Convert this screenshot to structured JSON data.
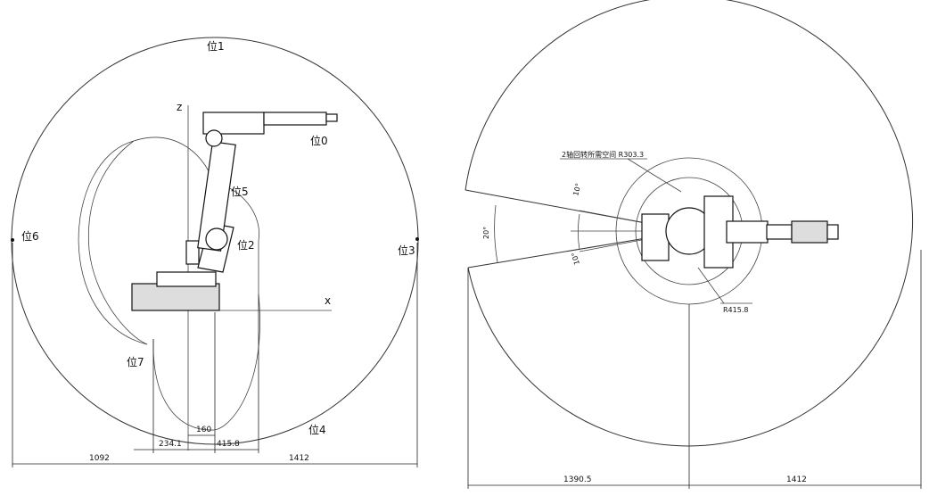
{
  "side_view": {
    "positions": {
      "p0": "位0",
      "p1": "位1",
      "p2": "位2",
      "p3": "位3",
      "p4": "位4",
      "p5": "位5",
      "p6": "位6",
      "p7": "位7"
    },
    "axis_z": "z",
    "axis_x": "x",
    "dims": {
      "d1092": "1092",
      "d1412": "1412",
      "d234": "234.1",
      "d160": "160",
      "d415": "415.8"
    }
  },
  "top_view": {
    "annotation": "2轴回转所需空间 R303.3",
    "radius_label": "R415.8",
    "angle_20": "20°",
    "angle_10a": "10°",
    "angle_10b": "10°",
    "dims": {
      "d1390": "1390.5",
      "d1412": "1412"
    }
  }
}
